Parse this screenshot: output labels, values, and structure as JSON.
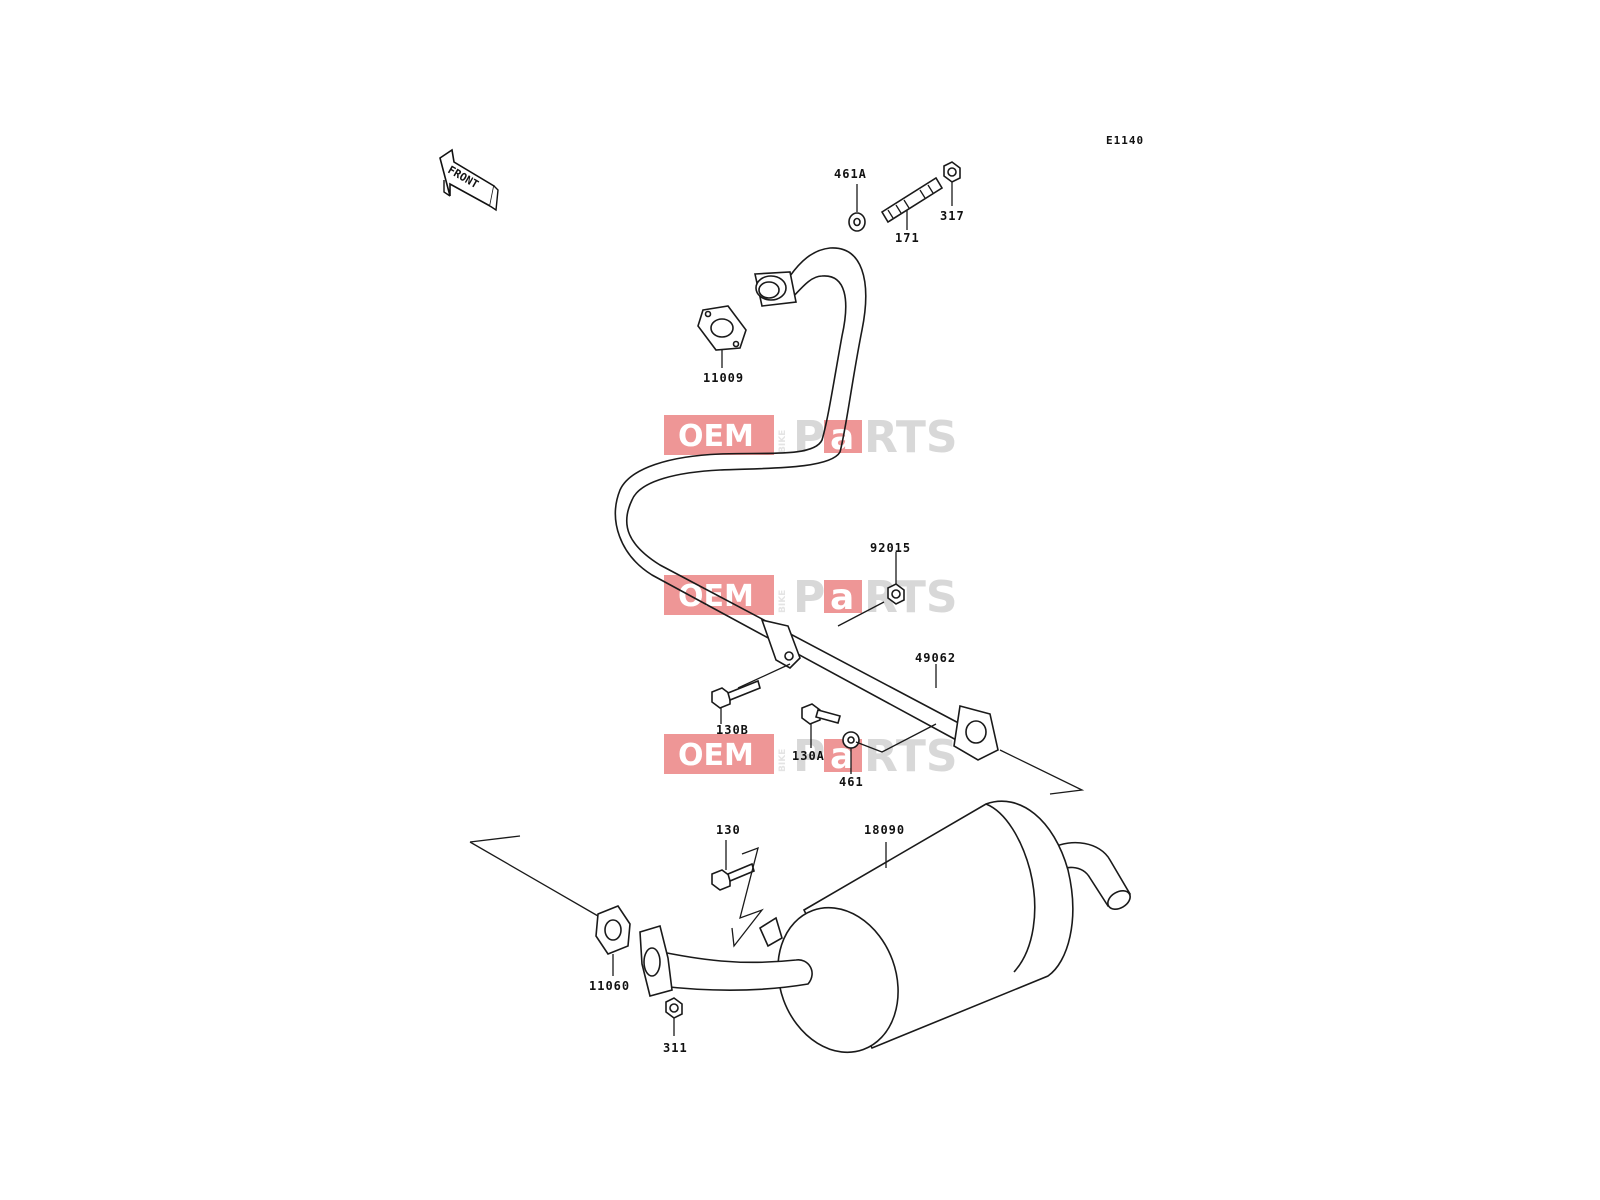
{
  "drawing_code": "E1140",
  "front_label": "FRONT",
  "watermark": {
    "oem": "OEM",
    "bike": "BIKE",
    "p": "P",
    "a": "a",
    "rts": "RTS",
    "color_red": "#e86a6a",
    "color_gray": "#c8c8c8"
  },
  "parts": {
    "p461A": "461A",
    "p171": "171",
    "p317": "317",
    "p11009": "11009",
    "p92015": "92015",
    "p49062": "49062",
    "p130B": "130B",
    "p130A": "130A",
    "p461": "461",
    "p130": "130",
    "p18090": "18090",
    "p11060": "11060",
    "p311": "311"
  }
}
